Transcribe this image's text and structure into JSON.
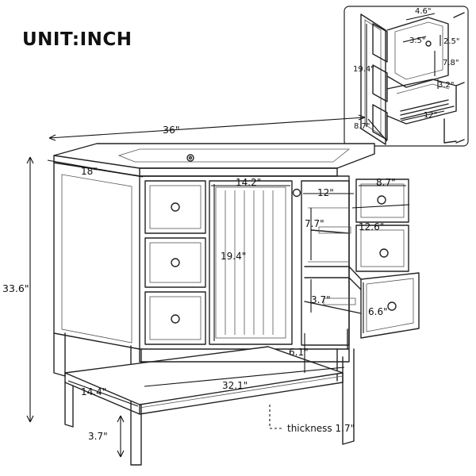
{
  "unit_label": "UNIT:INCH",
  "dimensions": {
    "width_total": "36\"",
    "depth": "18\"",
    "height_total": "33.6\"",
    "door_width": "14.2\"",
    "door_height": "19.4\"",
    "drawer_front_width": "8.7\"",
    "drawer_depth": "12\"",
    "drawer_gap_height": "7.7\"",
    "drawer_inner_depth": "12.6\"",
    "drawer_inner_height": "3.7\"",
    "drawer_front_height": "6.6\"",
    "shelf_gap": "6.1\"",
    "shelf_width": "32.1\"",
    "shelf_depth": "14.4\"",
    "leg_height": "3.7\"",
    "shelf_thickness": "thickness 1.7\""
  },
  "inset": {
    "top_width": "4.6\"",
    "inner_width": "3.5\"",
    "top_height": "2.5\"",
    "mid_height": "7.8\"",
    "lower_height": "3.2\"",
    "cabinet_height": "19.4\"",
    "depth_front": "8.7\"",
    "depth_side": "12\""
  }
}
